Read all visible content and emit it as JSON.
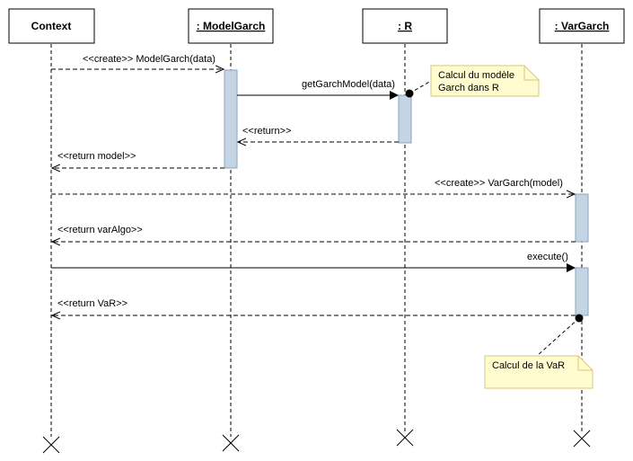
{
  "lifelines": [
    {
      "title": "Context",
      "underline": false
    },
    {
      "title": ": ModelGarch",
      "underline": true
    },
    {
      "title": ": R",
      "underline": true
    },
    {
      "title": ": VarGarch",
      "underline": true
    }
  ],
  "messages": [
    {
      "label": "<<create>> ModelGarch(data)",
      "type": "create"
    },
    {
      "label": "getGarchModel(data)",
      "type": "sync"
    },
    {
      "label": "<<return>>",
      "type": "return"
    },
    {
      "label": "<<return model>>",
      "type": "return"
    },
    {
      "label": "<<create>> VarGarch(model)",
      "type": "create"
    },
    {
      "label": "<<return varAlgo>>",
      "type": "return"
    },
    {
      "label": "execute()",
      "type": "sync"
    },
    {
      "label": "<<return VaR>>",
      "type": "return"
    }
  ],
  "notes": [
    {
      "lines": [
        "Calcul du modèle",
        "Garch dans R"
      ]
    },
    {
      "lines": [
        "Calcul de la VaR"
      ]
    }
  ],
  "colors": {
    "activation_fill": "#c5d4e3",
    "activation_stroke": "#8aa4bf",
    "note_fill": "#fffcd0",
    "note_stroke": "#d9c778",
    "line": "#000000"
  }
}
